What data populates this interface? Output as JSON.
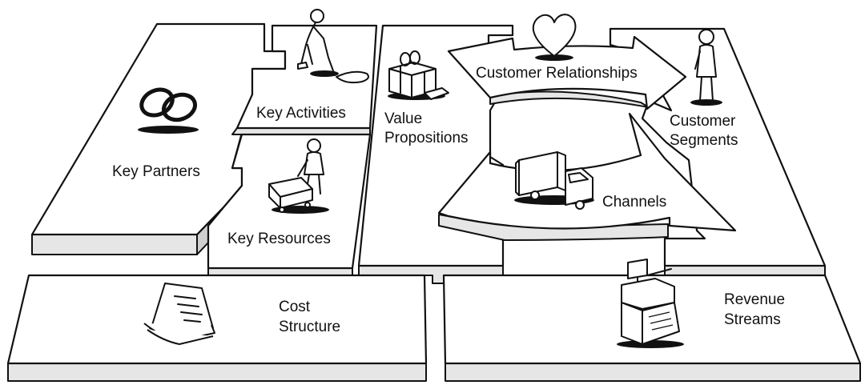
{
  "blocks": {
    "key_partners": {
      "label": "Key Partners",
      "icon": "linked-rings-icon"
    },
    "key_activities": {
      "label": "Key Activities",
      "icon": "person-digging-icon"
    },
    "key_resources": {
      "label": "Key Resources",
      "icon": "person-with-cart-icon"
    },
    "value_propositions": {
      "label_line1": "Value",
      "label_line2": "Propositions",
      "icon": "gift-box-icon"
    },
    "customer_relationships": {
      "label": "Customer Relationships",
      "icon": "heart-icon"
    },
    "channels": {
      "label": "Channels",
      "icon": "delivery-truck-icon"
    },
    "customer_segments": {
      "label_line1": "Customer",
      "label_line2": "Segments",
      "icon": "standing-person-icon"
    },
    "cost_structure": {
      "label_line1": "Cost",
      "label_line2": "Structure",
      "icon": "invoice-document-icon"
    },
    "revenue_streams": {
      "label_line1": "Revenue",
      "label_line2": "Streams",
      "icon": "cash-register-icon"
    }
  }
}
